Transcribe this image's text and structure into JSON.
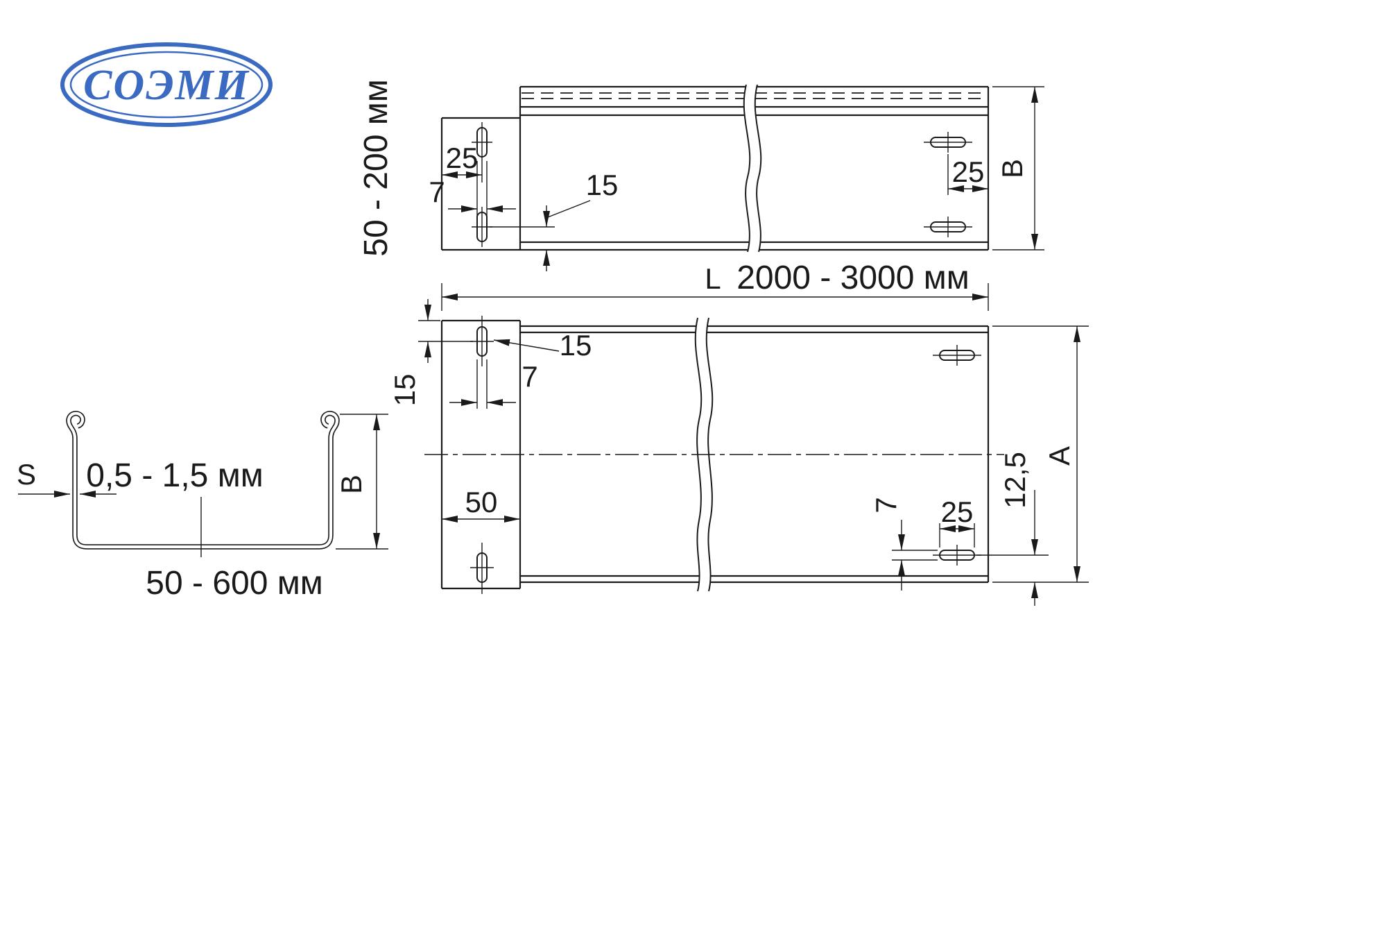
{
  "logo": {
    "text": "СОЭМИ",
    "color": "#3a6ac1"
  },
  "side_view": {
    "height_range": "50 - 200 мм",
    "dim_edge_to_slot": "25",
    "dim_slot_width": "7",
    "dim_bottom_to_slot": "15",
    "dim_slot_to_edge": "25",
    "width_letter": "B"
  },
  "length_dim": {
    "letter": "L",
    "range": "2000 - 3000 мм"
  },
  "plan_view": {
    "dim_top_to_slot": "15",
    "dim_slot_length": "15",
    "dim_slot_width": "7",
    "dim_flange_width": "50",
    "dim_slot_height": "7",
    "dim_slot_length_right": "25",
    "dim_bottom_offset": "12,5",
    "width_letter": "A"
  },
  "cross_section": {
    "thickness_letter": "S",
    "thickness_range": "0,5 - 1,5 мм",
    "height_letter": "B",
    "width_range": "50 - 600 мм"
  }
}
